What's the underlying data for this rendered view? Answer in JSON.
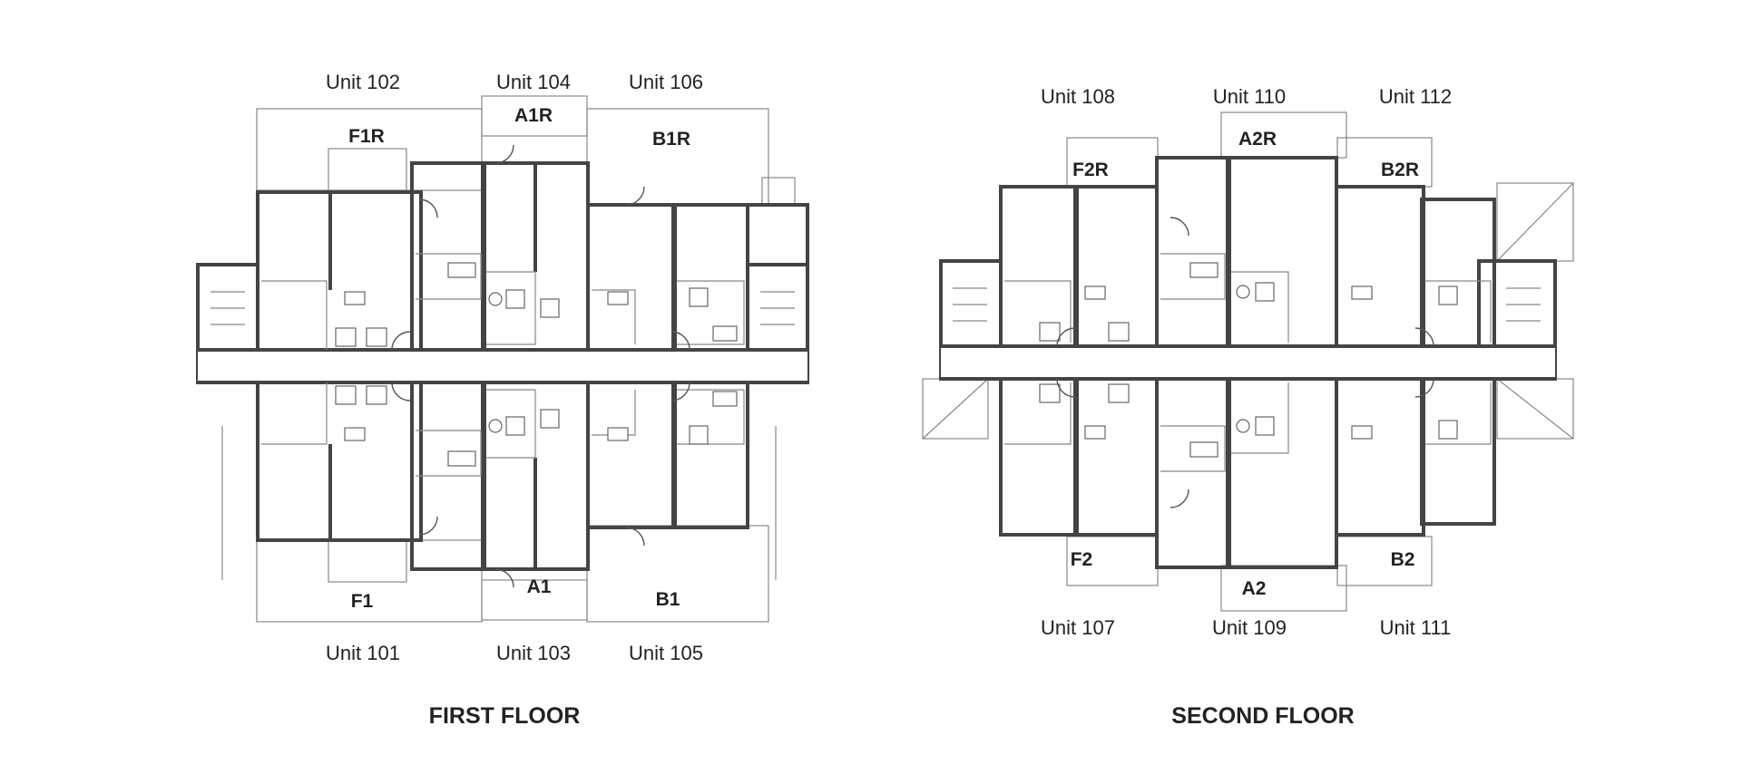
{
  "floors": [
    {
      "title": "FIRST FLOOR",
      "units_top": [
        "Unit 102",
        "Unit 104",
        "Unit 106"
      ],
      "plans_top": [
        "F1R",
        "A1R",
        "B1R"
      ],
      "plans_bottom": [
        "F1",
        "A1",
        "B1"
      ],
      "units_bottom": [
        "Unit 101",
        "Unit 103",
        "Unit 105"
      ]
    },
    {
      "title": "SECOND FLOOR",
      "units_top": [
        "Unit 108",
        "Unit 110",
        "Unit 112"
      ],
      "plans_top": [
        "F2R",
        "A2R",
        "B2R"
      ],
      "plans_bottom": [
        "F2",
        "A2",
        "B2"
      ],
      "units_bottom": [
        "Unit 107",
        "Unit 109",
        "Unit 111"
      ]
    }
  ],
  "colors": {
    "wall": "#444444",
    "fixture": "#666666",
    "text": "#222222",
    "background": "#ffffff"
  }
}
